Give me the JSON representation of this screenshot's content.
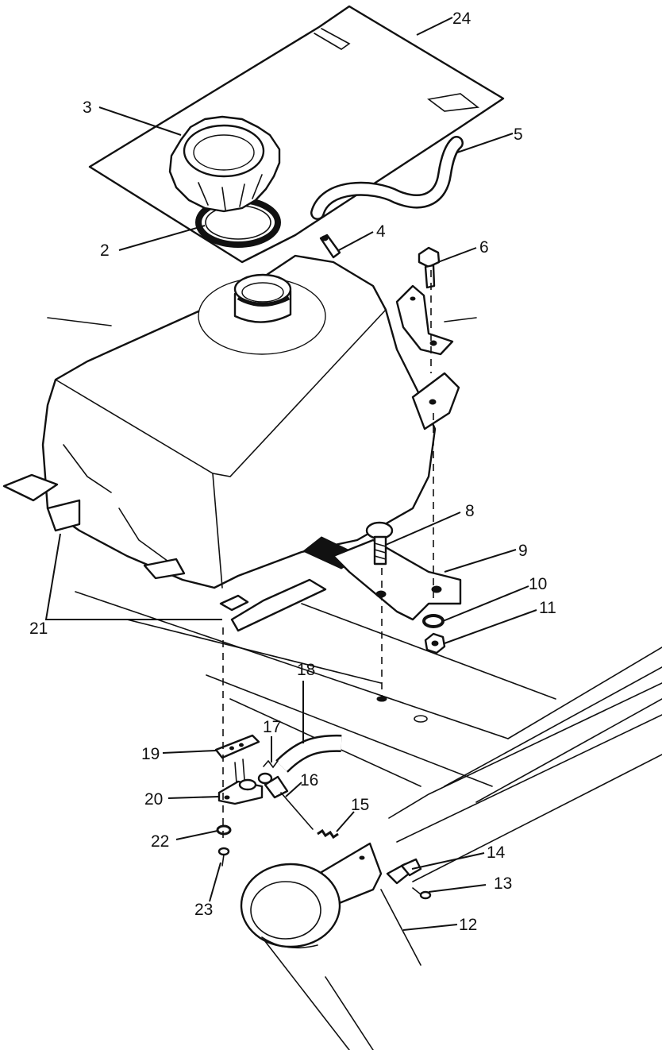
{
  "callouts": [
    {
      "id": "24",
      "part": "seat-panel"
    },
    {
      "id": "3",
      "part": "fuel-cap"
    },
    {
      "id": "5",
      "part": "vent-hose"
    },
    {
      "id": "2",
      "part": "cap-gasket"
    },
    {
      "id": "4",
      "part": "vent-fitting"
    },
    {
      "id": "6",
      "part": "bolt-upper"
    },
    {
      "id": "8",
      "part": "bolt-lower"
    },
    {
      "id": "9",
      "part": "mounting-bracket"
    },
    {
      "id": "10",
      "part": "washer"
    },
    {
      "id": "11",
      "part": "nut"
    },
    {
      "id": "21",
      "part": "tank-pads"
    },
    {
      "id": "18",
      "part": "fuel-line"
    },
    {
      "id": "17",
      "part": "clamp"
    },
    {
      "id": "19",
      "part": "valve-plate"
    },
    {
      "id": "16",
      "part": "fuel-line-short"
    },
    {
      "id": "20",
      "part": "fuel-valve"
    },
    {
      "id": "15",
      "part": "spring-clamp"
    },
    {
      "id": "22",
      "part": "small-washer"
    },
    {
      "id": "14",
      "part": "knob"
    },
    {
      "id": "13",
      "part": "knob-screw"
    },
    {
      "id": "23",
      "part": "screw"
    },
    {
      "id": "12",
      "part": "frame-bracket"
    }
  ]
}
